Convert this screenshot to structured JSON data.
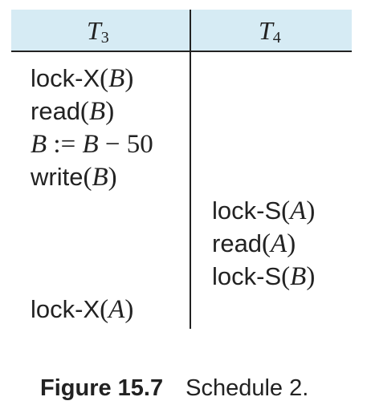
{
  "schedule": {
    "columns": [
      {
        "name": "T",
        "sub": "3"
      },
      {
        "name": "T",
        "sub": "4"
      }
    ],
    "t3": [
      {
        "op": "lock-X",
        "arg": "B"
      },
      {
        "op": "read",
        "arg": "B"
      },
      {
        "expr_lhs": "B",
        "expr_op": " := ",
        "expr_rhs1": "B",
        "expr_minus": " − ",
        "expr_num": "50"
      },
      {
        "op": "write",
        "arg": "B"
      },
      {
        "op": "lock-X",
        "arg": "A"
      }
    ],
    "t4": [
      {
        "op": "lock-S",
        "arg": "A"
      },
      {
        "op": "read",
        "arg": "A"
      },
      {
        "op": "lock-S",
        "arg": "B"
      }
    ]
  },
  "caption": {
    "label": "Figure 15.7",
    "text": "Schedule 2."
  }
}
